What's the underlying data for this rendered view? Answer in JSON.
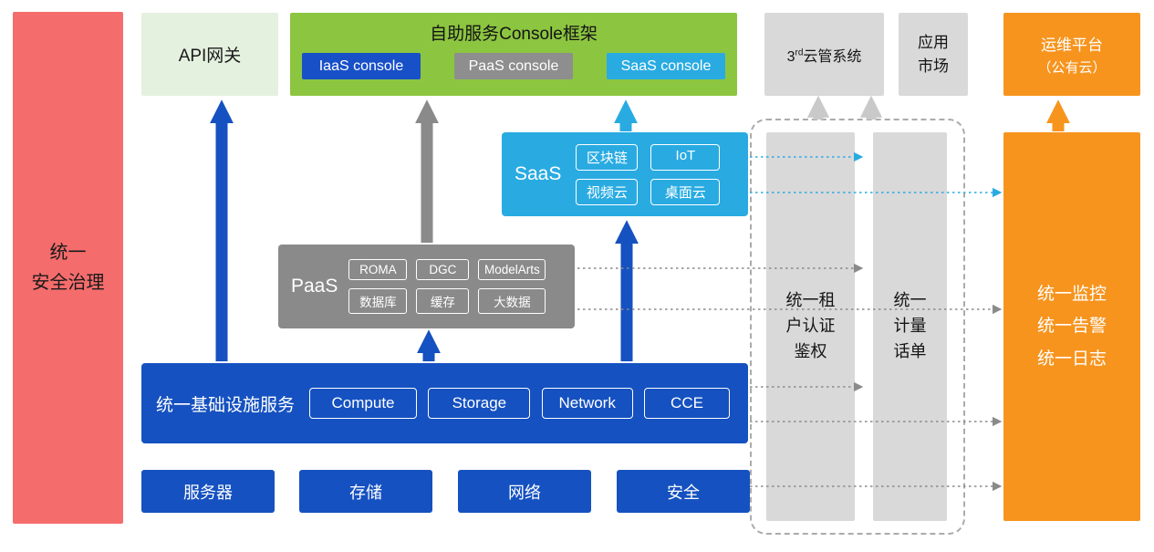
{
  "colors": {
    "red": "#F56C6C",
    "pale_green": "#E4F1DF",
    "green": "#8CC540",
    "blue": "#1551C0",
    "console_blue": "#1850C8",
    "gray": "#8A8A8A",
    "light_gray": "#D9D9D9",
    "cyan": "#29ABE2",
    "orange": "#F7941E"
  },
  "left_bar": {
    "label": "统一\n安全治理"
  },
  "top_row": {
    "api_gateway": {
      "label": "API网关"
    },
    "console_frame": {
      "title": "自助服务Console框架",
      "consoles": [
        {
          "label": "IaaS console"
        },
        {
          "label": "PaaS console"
        },
        {
          "label": "SaaS console"
        }
      ]
    },
    "third_party_cloud": {
      "num": "3",
      "sup": "rd",
      "text": "云管系统"
    },
    "app_market": {
      "label": "应用\n市场"
    },
    "om_platform": {
      "line1": "运维平台",
      "line2": "（公有云）"
    }
  },
  "saas_box": {
    "label": "SaaS",
    "items": [
      "区块链",
      "IoT",
      "视频云",
      "桌面云"
    ]
  },
  "paas_box": {
    "label": "PaaS",
    "items": [
      "ROMA",
      "DGC",
      "ModelArts",
      "数据库",
      "缓存",
      "大数据"
    ]
  },
  "infra_box": {
    "label": "统一基础设施服务",
    "items": [
      "Compute",
      "Storage",
      "Network",
      "CCE"
    ]
  },
  "bottom_row": {
    "items": [
      "服务器",
      "存储",
      "网络",
      "安全"
    ]
  },
  "right_panel": {
    "tenant_auth": {
      "label": "统一租\n户认证\n鉴权"
    },
    "metering": {
      "label": "统一\n计量\n话单"
    },
    "om_bar": {
      "label": "统一监控\n统一告警\n统一日志"
    }
  }
}
